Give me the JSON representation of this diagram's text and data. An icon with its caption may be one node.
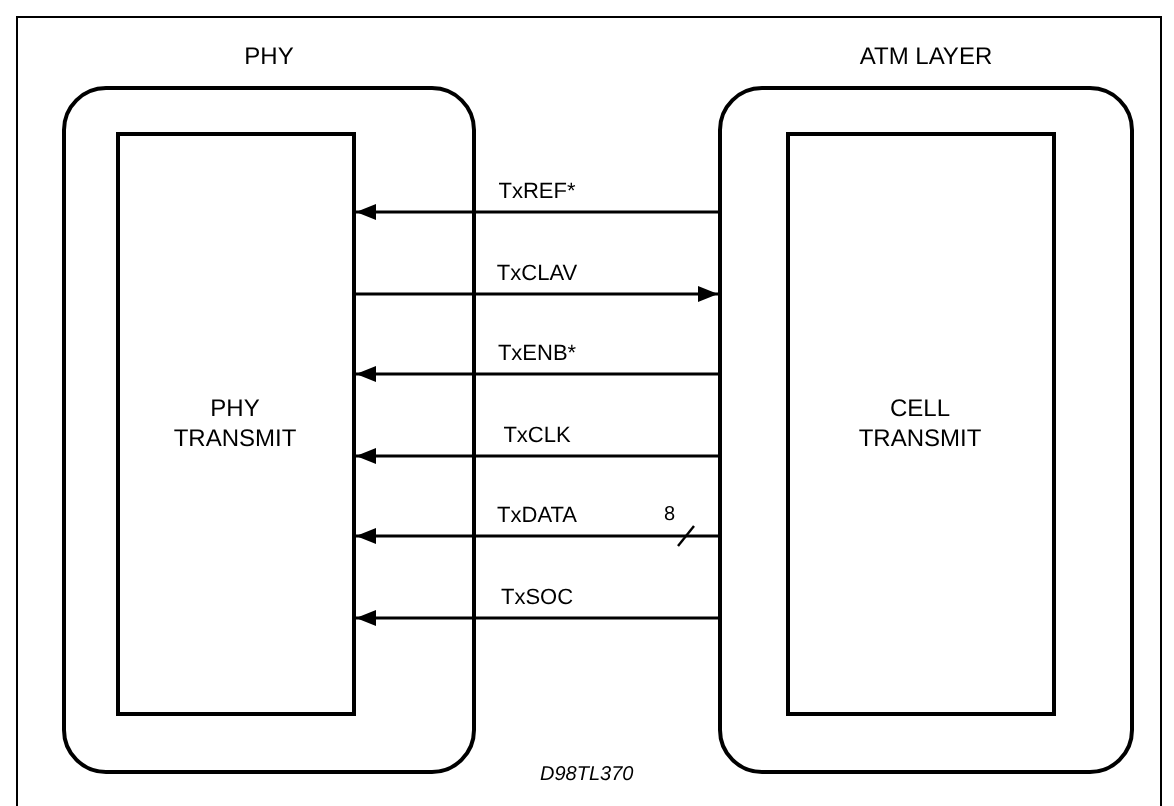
{
  "diagram": {
    "nodes": [
      {
        "text": [
          "PHY"
        ]
      },
      {
        "text": [
          "PHY TRANSMIT"
        ],
        "in": 0
      },
      {
        "text": [
          "ATM LAYER"
        ]
      },
      {
        "text": [
          "CELL TRANSMIT"
        ],
        "in": 2
      }
    ],
    "edges": [
      {
        "from": 2,
        "to": 1,
        "arrow": "to",
        "label": "TxREF*"
      },
      {
        "from": 1,
        "to": 2,
        "arrow": "to",
        "label": "TxCLAV"
      },
      {
        "from": 2,
        "to": 1,
        "arrow": "to",
        "label": "TxENB*"
      },
      {
        "from": 2,
        "to": 1,
        "arrow": "to",
        "label": "TxCLK"
      },
      {
        "from": 2,
        "to": 1,
        "arrow": "to",
        "label": "TxDATA"
      },
      {
        "from": 2,
        "to": 1,
        "arrow": "to",
        "label": "TxSOC"
      }
    ],
    "labels": [
      "8",
      "D98TL370"
    ]
  }
}
